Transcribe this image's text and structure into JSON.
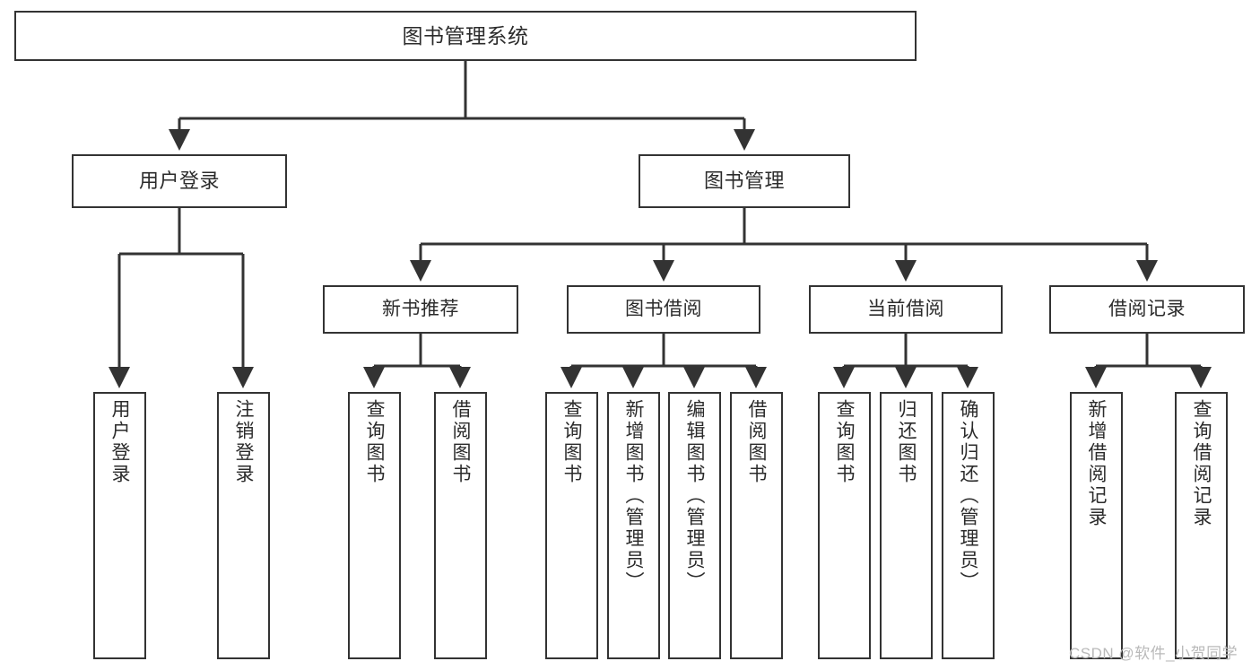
{
  "diagram": {
    "type": "tree-hierarchy",
    "title": "图书管理系统",
    "background_color": "#ffffff",
    "box_border_color": "#333333",
    "connector_color": "#333333",
    "root": {
      "id": "root",
      "label": "图书管理系统"
    },
    "level1": [
      {
        "id": "login",
        "label": "用户登录"
      },
      {
        "id": "books",
        "label": "图书管理"
      }
    ],
    "level2": [
      {
        "id": "new",
        "label": "新书推荐",
        "parent": "books"
      },
      {
        "id": "borrow",
        "label": "图书借阅",
        "parent": "books"
      },
      {
        "id": "current",
        "label": "当前借阅",
        "parent": "books"
      },
      {
        "id": "record",
        "label": "借阅记录",
        "parent": "books"
      }
    ],
    "leaves": [
      {
        "id": "leaf-1",
        "label": "用户登录",
        "parent": "login"
      },
      {
        "id": "leaf-2",
        "label": "注销登录",
        "parent": "login"
      },
      {
        "id": "leaf-3",
        "label": "查询图书",
        "parent": "new"
      },
      {
        "id": "leaf-4",
        "label": "借阅图书",
        "parent": "new"
      },
      {
        "id": "leaf-5",
        "label": "查询图书",
        "parent": "borrow"
      },
      {
        "id": "leaf-6",
        "label": "新增图书（管理员）",
        "parent": "borrow"
      },
      {
        "id": "leaf-7",
        "label": "编辑图书（管理员）",
        "parent": "borrow"
      },
      {
        "id": "leaf-8",
        "label": "借阅图书",
        "parent": "borrow"
      },
      {
        "id": "leaf-9",
        "label": "查询图书",
        "parent": "current"
      },
      {
        "id": "leaf-10",
        "label": "归还图书",
        "parent": "current"
      },
      {
        "id": "leaf-11",
        "label": "确认归还（管理员）",
        "parent": "current"
      },
      {
        "id": "leaf-12",
        "label": "新增借阅记录",
        "parent": "record"
      },
      {
        "id": "leaf-13",
        "label": "查询借阅记录",
        "parent": "record"
      }
    ]
  },
  "watermark": {
    "text": "CSDN @软件_小贺同学",
    "color": "#b9b9b9"
  }
}
